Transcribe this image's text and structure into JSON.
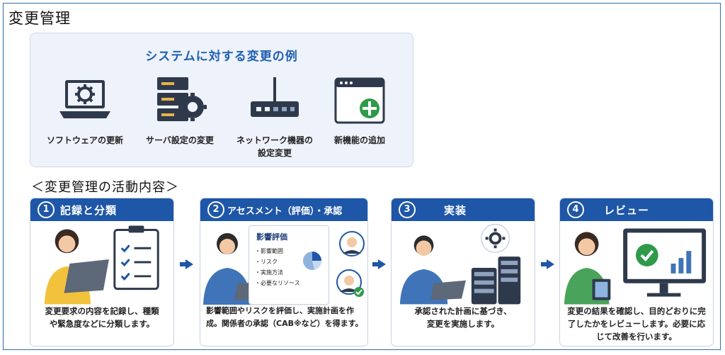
{
  "page_title": "変更管理",
  "examples": {
    "title": "システムに対する変更の例",
    "items": [
      {
        "icon": "laptop-gear-icon",
        "label": "ソフトウェアの更新"
      },
      {
        "icon": "server-gear-icon",
        "label": "サーバ設定の変更"
      },
      {
        "icon": "router-icon",
        "label": "ネットワーク機器の設定変更"
      },
      {
        "icon": "window-add-icon",
        "label": "新機能の追加"
      }
    ]
  },
  "activities_heading": "＜変更管理の活動内容＞",
  "steps": [
    {
      "num": "1",
      "title": "記録と分類",
      "desc": "変更要求の内容を記録し、種類や緊急度などに分類します。"
    },
    {
      "num": "2",
      "title": "アセスメント（評価）・承認",
      "desc": "影響範囲やリスクを評価し、実施計画を作成。関係者の承認（CAB※など）を得ます。",
      "card": {
        "title": "影響評価",
        "items": [
          "・影響範囲",
          "・リスク",
          "・実施方法",
          "・必要なリソース"
        ]
      }
    },
    {
      "num": "3",
      "title": "実装",
      "desc": "承認された計画に基づき、変更を実施します。"
    },
    {
      "num": "4",
      "title": "レビュー",
      "desc": "変更の結果を確認し、目的どおりに完了したかをレビューします。必要に応じて改善を行います。"
    }
  ],
  "colors": {
    "accent": "#1e56a8",
    "title_blue": "#1f5fb5",
    "success": "#2e9a4a",
    "panel_bg": "#eef2fa"
  }
}
